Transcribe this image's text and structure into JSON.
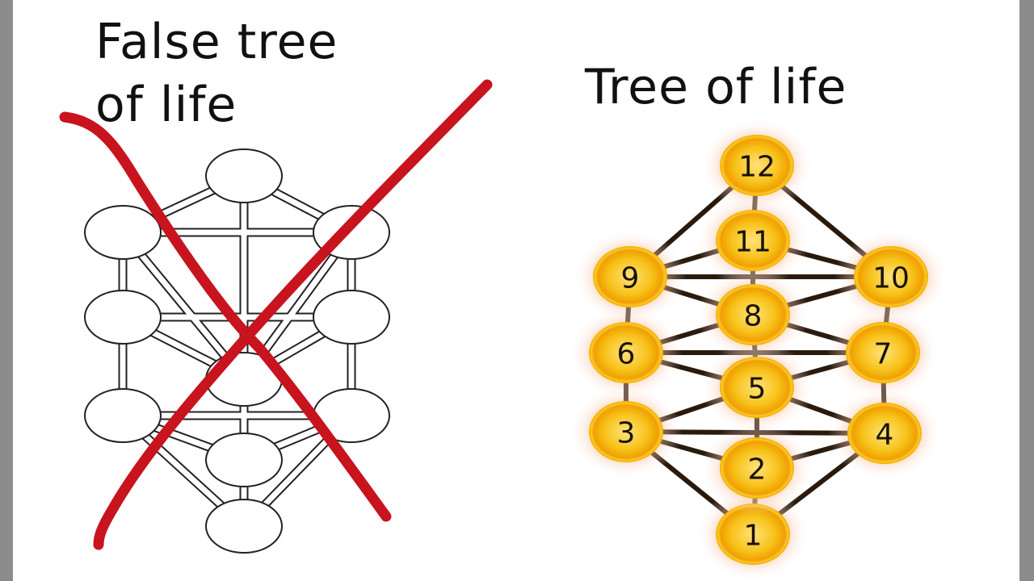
{
  "left": {
    "title_line1": "False tree",
    "title_line2": "of life",
    "cross_color": "#c8141e"
  },
  "right": {
    "title": "Tree of life",
    "node_labels": [
      "1",
      "2",
      "3",
      "4",
      "5",
      "6",
      "7",
      "8",
      "9",
      "10",
      "11",
      "12"
    ],
    "node_color": "#f5b800",
    "line_color": "#2a1a0c"
  }
}
